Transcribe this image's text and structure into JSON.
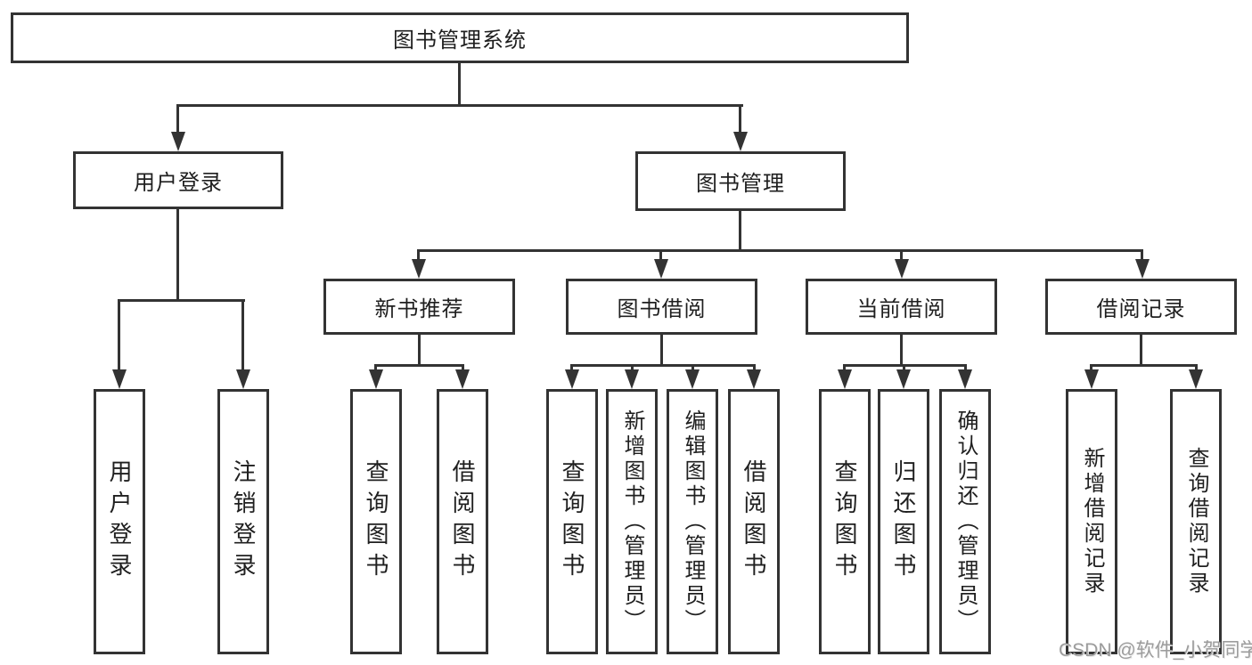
{
  "diagram": {
    "root": {
      "label": "图书管理系统",
      "children": [
        {
          "label": "用户登录",
          "children": [
            {
              "label": "用户登录"
            },
            {
              "label": "注销登录"
            }
          ]
        },
        {
          "label": "图书管理",
          "children": [
            {
              "label": "新书推荐",
              "children": [
                {
                  "label": "查询图书"
                },
                {
                  "label": "借阅图书"
                }
              ]
            },
            {
              "label": "图书借阅",
              "children": [
                {
                  "label": "查询图书"
                },
                {
                  "label": "新增图书（管理员）"
                },
                {
                  "label": "编辑图书（管理员）"
                },
                {
                  "label": "借阅图书"
                }
              ]
            },
            {
              "label": "当前借阅",
              "children": [
                {
                  "label": "查询图书"
                },
                {
                  "label": "归还图书"
                },
                {
                  "label": "确认归还（管理员）"
                }
              ]
            },
            {
              "label": "借阅记录",
              "children": [
                {
                  "label": "新增借阅记录"
                },
                {
                  "label": "查询借阅记录"
                }
              ]
            }
          ]
        }
      ]
    },
    "colors": {
      "line": "#333333",
      "box_background": "#ffffff",
      "text": "#1f1f1f"
    }
  },
  "watermark": {
    "text": "CSDN @软件_小贺同学",
    "color": "#9c9c9c"
  }
}
